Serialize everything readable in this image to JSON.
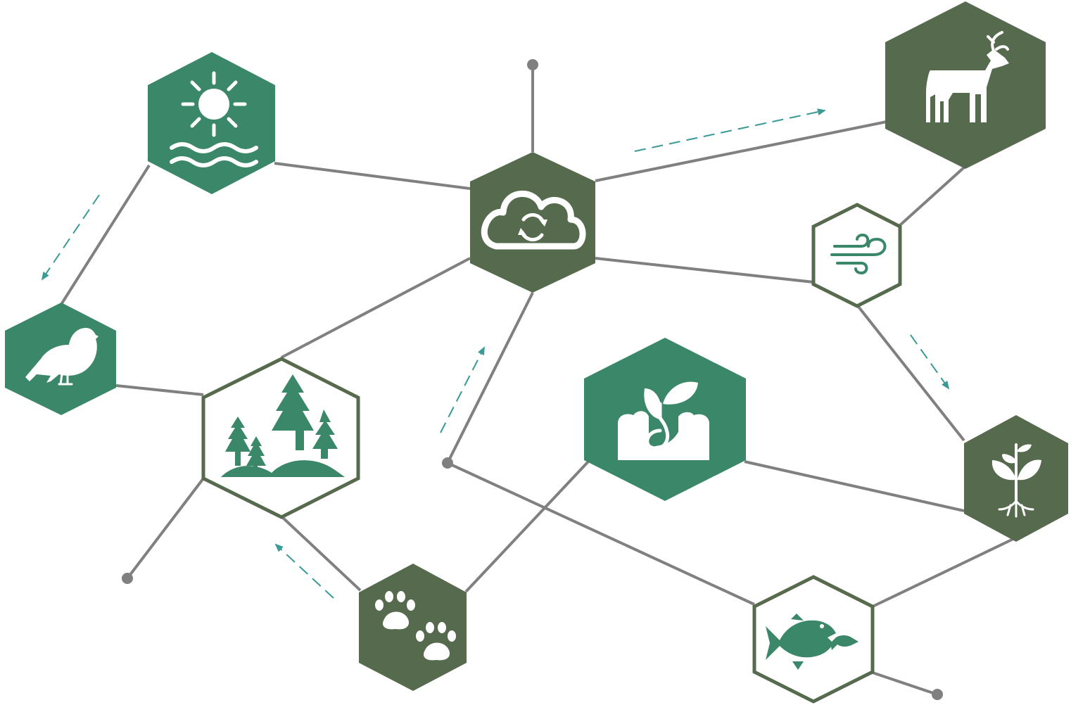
{
  "colors": {
    "green": "#3b876a",
    "dark_green": "#566a4e",
    "connector": "#808080",
    "arrow": "#3a9a96",
    "background": "#ffffff"
  },
  "nodes": [
    {
      "id": "sun-water",
      "icon": "sun-water-icon",
      "style": "solid-green"
    },
    {
      "id": "climate-cloud",
      "icon": "cloud-sync-icon",
      "style": "solid-dark"
    },
    {
      "id": "deer",
      "icon": "deer-icon",
      "style": "solid-dark"
    },
    {
      "id": "wind",
      "icon": "wind-icon",
      "style": "outline"
    },
    {
      "id": "bird",
      "icon": "bird-icon",
      "style": "solid-green"
    },
    {
      "id": "forest",
      "icon": "forest-icon",
      "style": "outline"
    },
    {
      "id": "seedling-soil",
      "icon": "seedling-soil-icon",
      "style": "solid-green"
    },
    {
      "id": "plant-roots",
      "icon": "plant-roots-icon",
      "style": "solid-dark"
    },
    {
      "id": "paw-prints",
      "icon": "paw-prints-icon",
      "style": "solid-dark"
    },
    {
      "id": "fish",
      "icon": "fish-icon",
      "style": "outline"
    }
  ],
  "connections": [
    [
      "sun-water",
      "climate-cloud"
    ],
    [
      "sun-water",
      "bird"
    ],
    [
      "climate-cloud",
      "deer"
    ],
    [
      "climate-cloud",
      "wind"
    ],
    [
      "climate-cloud",
      "forest"
    ],
    [
      "deer",
      "wind"
    ],
    [
      "wind",
      "plant-roots"
    ],
    [
      "bird",
      "forest"
    ],
    [
      "forest",
      "paw-prints"
    ],
    [
      "paw-prints",
      "seedling-soil"
    ],
    [
      "seedling-soil",
      "plant-roots"
    ],
    [
      "plant-roots",
      "fish"
    ]
  ],
  "flow_arrows": [
    {
      "direction": "toward-bird",
      "from": "sun-water"
    },
    {
      "direction": "toward-deer",
      "from": "climate-cloud"
    },
    {
      "direction": "toward-plant-roots",
      "from": "wind"
    },
    {
      "direction": "toward-climate-cloud",
      "from": "lower-center"
    },
    {
      "direction": "toward-forest",
      "from": "paw-prints"
    }
  ]
}
